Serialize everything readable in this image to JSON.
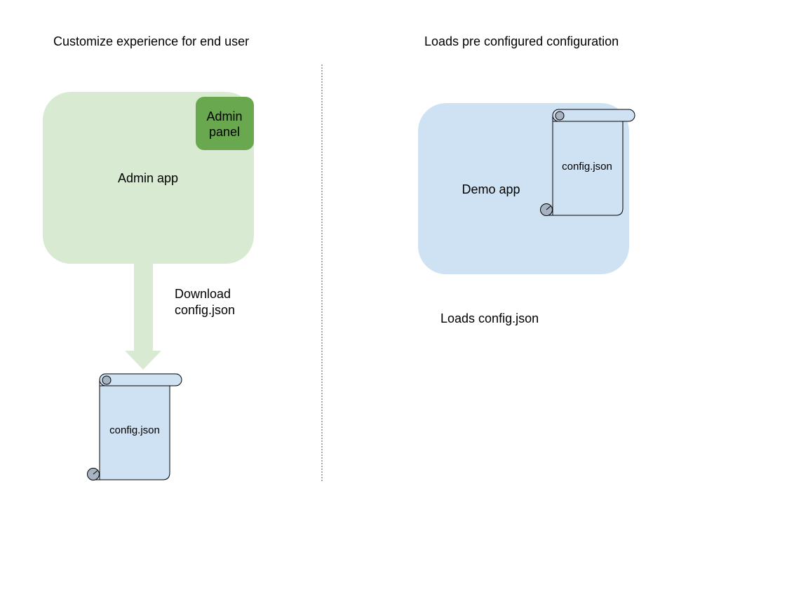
{
  "left_section": {
    "heading": "Customize experience for end user",
    "admin_app_label": "Admin app",
    "admin_panel_label_line1": "Admin",
    "admin_panel_label_line2": "panel",
    "arrow_label_line1": "Download",
    "arrow_label_line2": "config.json",
    "file_label": "config.json"
  },
  "right_section": {
    "heading": "Loads pre configured configuration",
    "demo_app_label": "Demo app",
    "file_label": "config.json",
    "caption": "Loads config.json"
  },
  "colors": {
    "admin_app_fill": "#d9ead3",
    "admin_panel_fill": "#6aa84f",
    "arrow_fill": "#d9ead3",
    "demo_app_fill": "#cfe2f3",
    "scroll_fill": "#cfe2f3",
    "scroll_curl_fill": "#a7b3c2"
  }
}
